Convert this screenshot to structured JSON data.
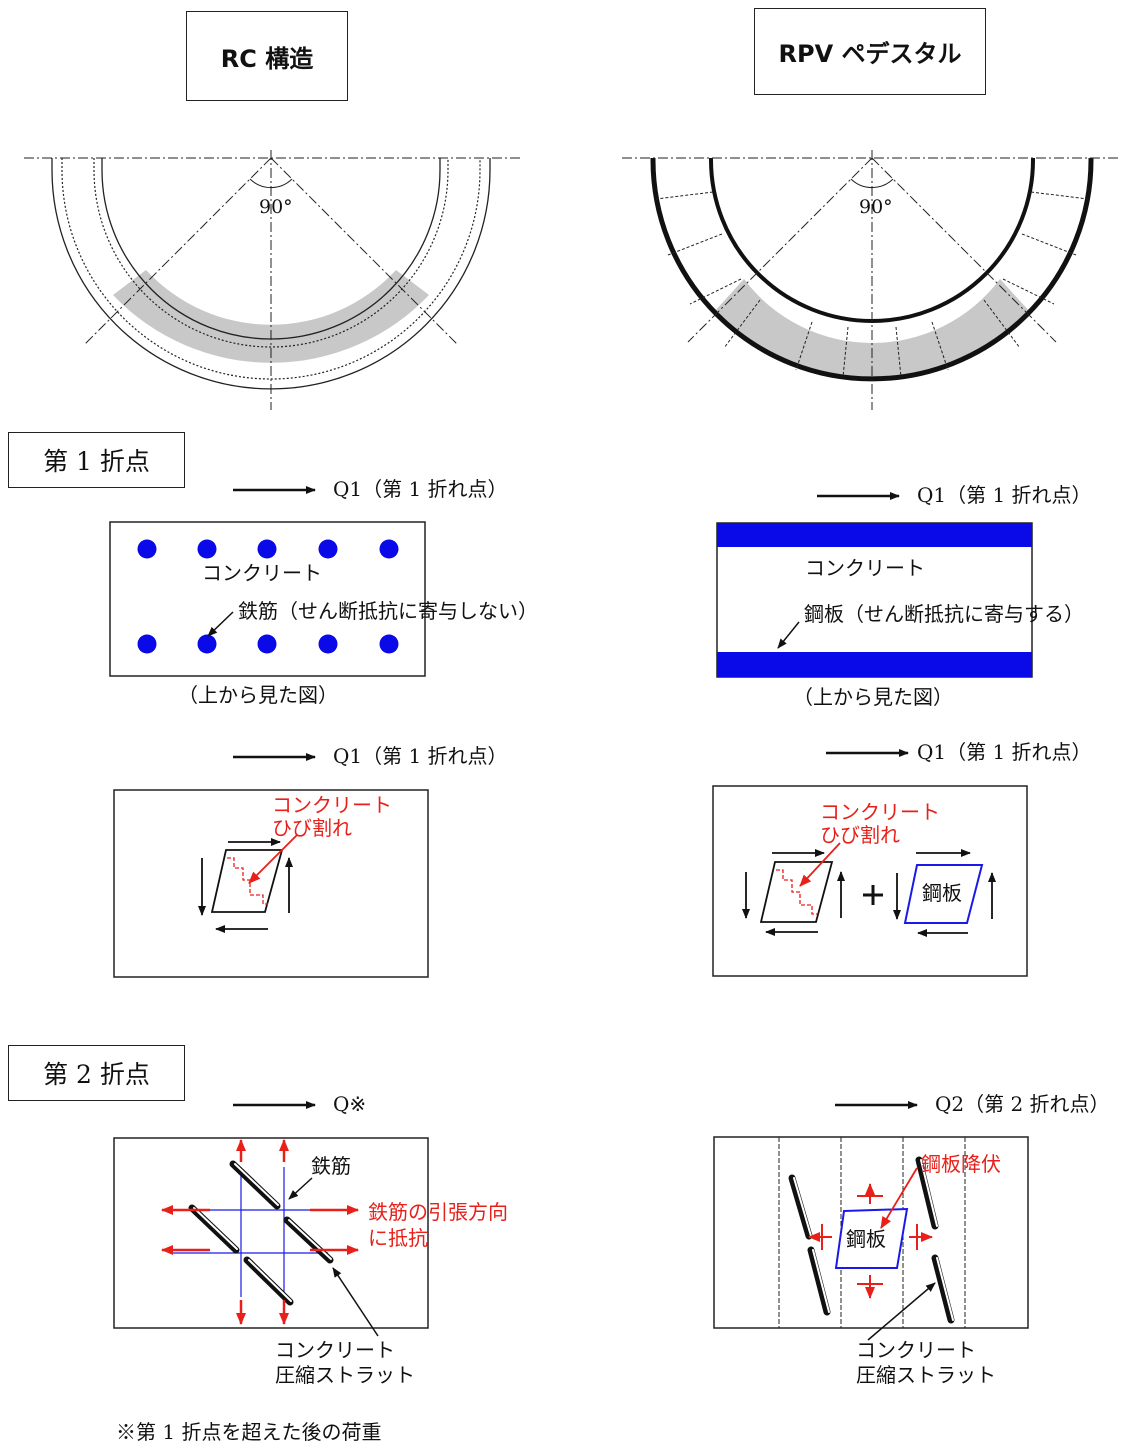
{
  "titles": {
    "rc": "RC 構造",
    "rpv": "RPV ペデスタル"
  },
  "angle_label": "90°",
  "sections": {
    "first": "第 1 折点",
    "second": "第 2 折点"
  },
  "loads": {
    "q1": "Q1（第 1 折れ点）",
    "q_star": "Q※",
    "q2": "Q2（第 2 折れ点）"
  },
  "labels": {
    "concrete": "コンクリート",
    "rebar_note": "鉄筋（せん断抵抗に寄与しない）",
    "steel_note": "鋼板（せん断抵抗に寄与する）",
    "top_view": "（上から見た図）",
    "crack_line1": "コンクリート",
    "crack_line2": "ひび割れ",
    "steel_plate": "鋼板",
    "rebar": "鉄筋",
    "rebar_tension_line1": "鉄筋の引張方向",
    "rebar_tension_line2": "に抵抗",
    "strut_line1": "コンクリート",
    "strut_line2": "圧縮ストラット",
    "steel_yield": "鋼板降伏",
    "footnote": "※第 1 折点を超えた後の荷重"
  },
  "colors": {
    "rebar_dot": "#0a0ae8",
    "steel_band": "#0a0ae8",
    "crack": "#e8201a",
    "tension_arrow": "#e8201a",
    "steel_plate_outline": "#1a1ae8",
    "shaded_region": "#c8c8c8"
  }
}
